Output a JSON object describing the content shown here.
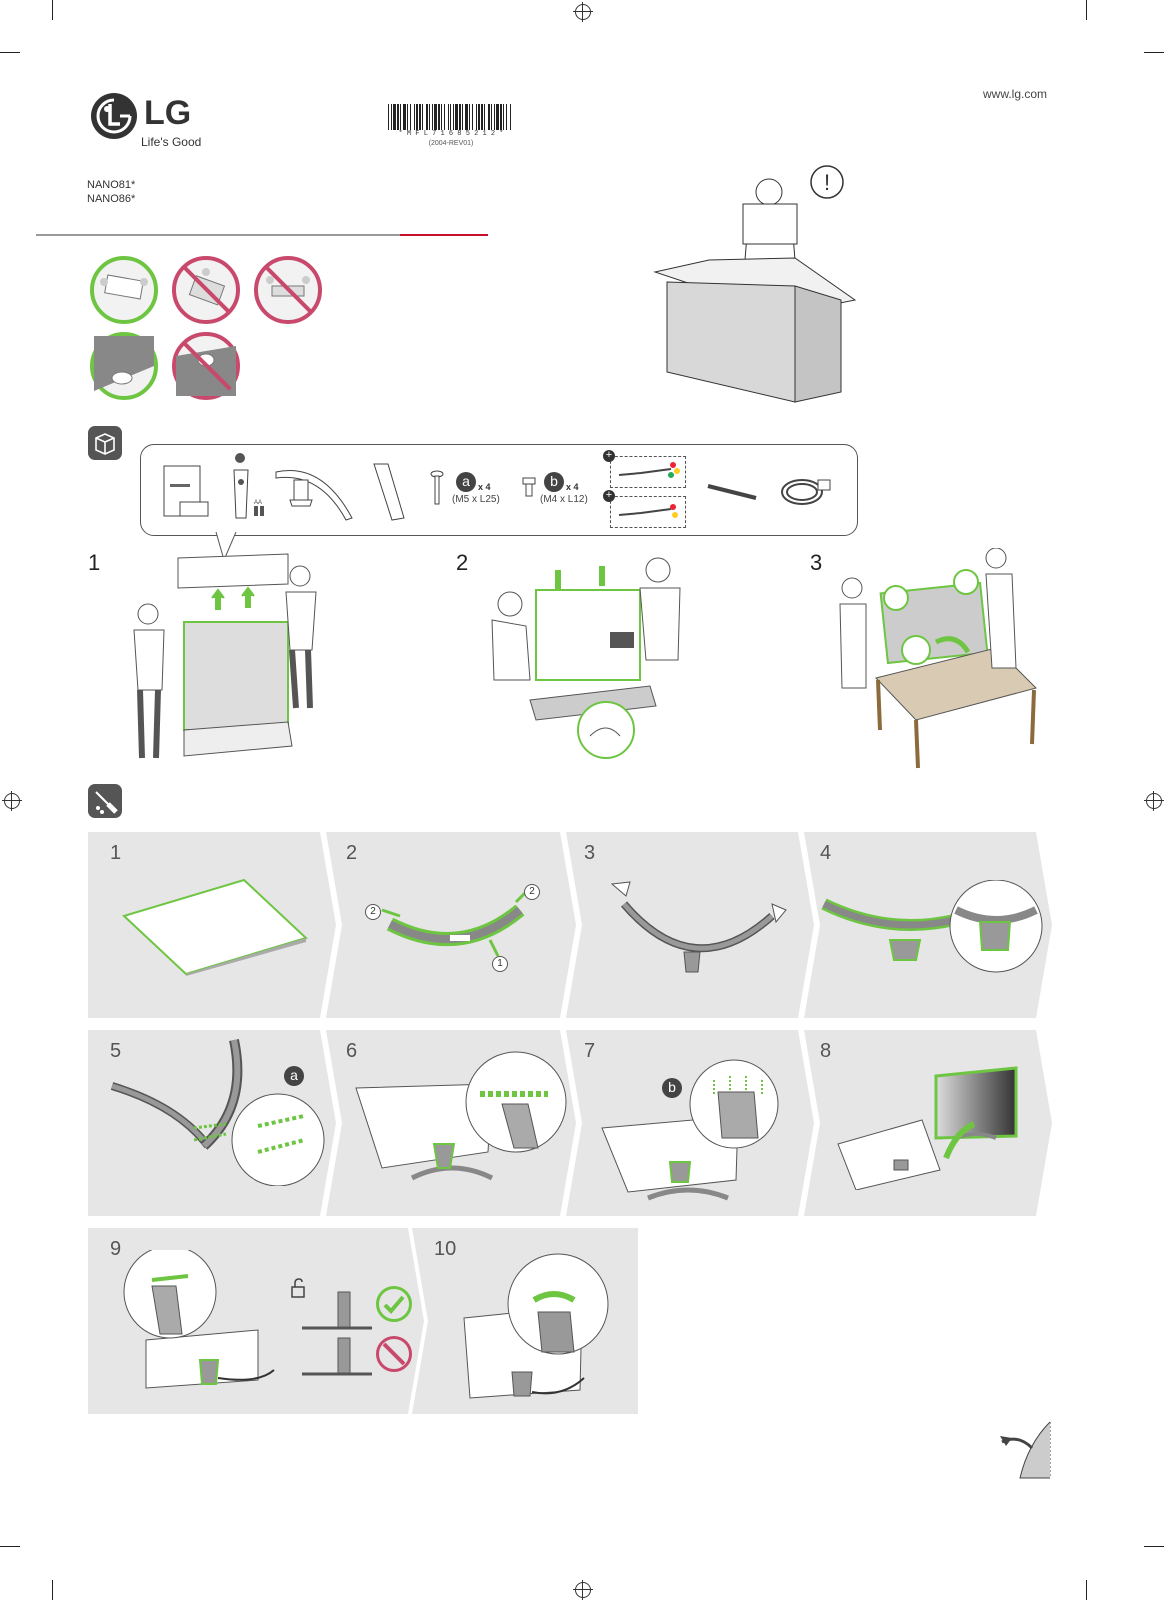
{
  "header": {
    "brand": "LG",
    "tagline": "Life's Good",
    "website": "www.lg.com",
    "models": [
      "NANO81*",
      "NANO86*"
    ],
    "barcode_text": "* M F L 7 1 6 8 5 2 1 2 *",
    "revision": "(2004-REV01)"
  },
  "contents": {
    "screw_a": {
      "letter": "a",
      "count": "x 4",
      "spec": "(M5 x L25)"
    },
    "screw_b": {
      "letter": "b",
      "count": "x 4",
      "spec": "(M4 x L12)"
    },
    "plus_sign": "+",
    "battery_label": "AA"
  },
  "unpack_steps": [
    "1",
    "2",
    "3"
  ],
  "assembly_steps": [
    "1",
    "2",
    "3",
    "4",
    "5",
    "6",
    "7",
    "8",
    "9",
    "10"
  ],
  "callouts": {
    "step2_arrow_1": "1",
    "step2_arrow_2a": "2",
    "step2_arrow_2b": "2",
    "step5_screw": "a",
    "step7_screw": "b"
  },
  "colors": {
    "ok_green": "#6ec542",
    "warn_red": "#c8496b",
    "panel_grey": "#e6e6e6",
    "lg_red": "#c8102e"
  },
  "icons": [
    "lg-logo",
    "box-icon",
    "screwdriver-icon",
    "warning-icon",
    "lock-open-icon",
    "check-icon",
    "prohibited-icon",
    "page-turn-icon"
  ]
}
